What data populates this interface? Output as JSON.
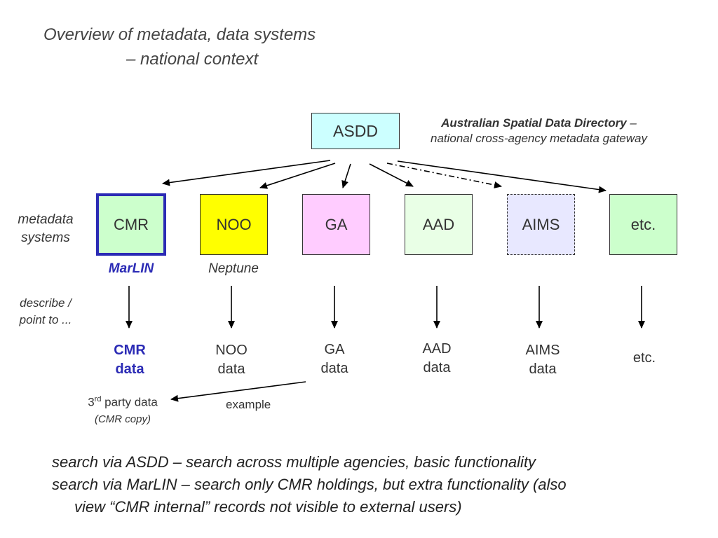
{
  "title": {
    "line1": "Overview of metadata, data systems",
    "line2": "– national context"
  },
  "asdd": {
    "label": "ASDD",
    "desc_bold": "Australian Spatial Data Directory",
    "desc_dash": " –",
    "desc_rest": "national cross-agency metadata gateway"
  },
  "side_labels": {
    "metadata_systems": "metadata systems",
    "describe": "describe / point to ..."
  },
  "systems": [
    {
      "label": "CMR"
    },
    {
      "label": "NOO"
    },
    {
      "label": "GA"
    },
    {
      "label": "AAD"
    },
    {
      "label": "AIMS"
    },
    {
      "label": "etc."
    }
  ],
  "sub_labels": {
    "cmr": "MarLIN",
    "noo": "Neptune"
  },
  "data_labels": {
    "cmr": [
      "CMR",
      "data"
    ],
    "noo": [
      "NOO",
      "data"
    ],
    "ga": [
      "GA",
      "data"
    ],
    "aad": [
      "AAD",
      "data"
    ],
    "aims": [
      "AIMS",
      "data"
    ],
    "etc": [
      "etc."
    ]
  },
  "third_party": {
    "prefix": "3",
    "sup": "rd",
    "suffix": " party data",
    "copy": "(CMR copy)"
  },
  "example_label": "example",
  "notes": [
    "search via ASDD – search across multiple agencies, basic functionality",
    "search via MarLIN – search only CMR holdings, but extra functionality (also",
    "view “CMR internal” records not visible to external users)"
  ]
}
